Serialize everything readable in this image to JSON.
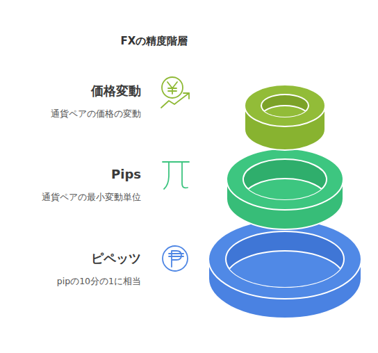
{
  "diagram": {
    "title": "FXの精度階層",
    "nodes": [
      {
        "text": [
          "価格変動",
          "通貨ペアの価格の変動"
        ]
      },
      {
        "text": [
          "Pips",
          "通貨ペアの最小変動単位"
        ]
      },
      {
        "text": [
          "ピペッツ",
          "pipの10分の1に相当"
        ]
      }
    ]
  }
}
